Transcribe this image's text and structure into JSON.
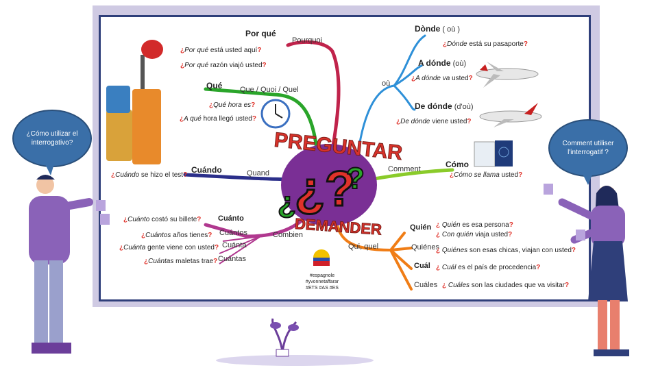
{
  "center": {
    "top": "PREGUNTAR",
    "bottom": "DEMANDER"
  },
  "branches": {
    "porque": {
      "es": "Por qué",
      "fr": "Pourquoi",
      "examples": [
        {
          "q1": "¿",
          "em": "Por qué",
          "rest": "  está usted aquí",
          "q2": "?"
        },
        {
          "q1": "¿",
          "em": "Por qué",
          "rest": "  razón viajó usted",
          "q2": "?"
        }
      ]
    },
    "que": {
      "es": "Qué",
      "fr": "Que / Quoi / Quel",
      "examples": [
        {
          "q1": "¿",
          "em": "Qué hora es",
          "rest": "",
          "q2": "?"
        },
        {
          "q1": "¿",
          "em": "A qué",
          "rest": " hora llegó usted",
          "q2": "?"
        }
      ]
    },
    "cuando": {
      "es": "Cuándo",
      "fr": "Quand",
      "examples": [
        {
          "q1": "¿",
          "em": "Cuándo",
          "rest": " se hizo el test",
          "q2": "?"
        }
      ]
    },
    "cuanto": {
      "fr": "Combien",
      "forms": [
        "Cuánto",
        "Cuántos",
        "Cuánta",
        "Cuántas"
      ],
      "examples": [
        {
          "q1": "¿",
          "em": "Cuánto",
          "rest": " costó su  billete",
          "q2": "?"
        },
        {
          "q1": "¿",
          "em": "Cuántos",
          "rest": " años tienes",
          "q2": "?"
        },
        {
          "q1": "¿",
          "em": "Cuánta",
          "rest": " gente viene con usted",
          "q2": "?"
        },
        {
          "q1": "¿",
          "em": "Cuántas",
          "rest": " maletas trae",
          "q2": "?"
        }
      ]
    },
    "donde": {
      "fr": "où",
      "forms": [
        {
          "es": "Dònde",
          "fr": " ( où )"
        },
        {
          "es": "A dónde",
          "fr": " (où)"
        },
        {
          "es": "De dónde",
          "fr": " (d'où)"
        }
      ],
      "examples": [
        {
          "q1": "¿",
          "em": "Dónde",
          "rest": "  está su pasaporte",
          "q2": "?"
        },
        {
          "q1": "¿",
          "em": "A dónde va",
          "rest": "   usted",
          "q2": "?"
        },
        {
          "q1": "¿",
          "em": "De dónde",
          "rest": " viene usted",
          "q2": "?"
        }
      ]
    },
    "como": {
      "es": "Cómo",
      "fr": "Comment",
      "examples": [
        {
          "q1": "¿",
          "em": "Cómo se llama",
          "rest": " usted",
          "q2": "?"
        }
      ]
    },
    "quien": {
      "fr": "Qui, quel",
      "forms": [
        "Quién",
        "Quiénes",
        "Cuál",
        "Cuáles"
      ],
      "examples": [
        {
          "q1": "¿",
          "em": " Quién",
          "rest": "  es esa persona",
          "q2": "?"
        },
        {
          "q1": "¿",
          "em": " Con quién",
          "rest": "  viaja usted",
          "q2": "?"
        },
        {
          "q1": "¿",
          "em": " Quiénes",
          "rest": " son esas chicas,  viajan con usted",
          "q2": "?"
        },
        {
          "q1": "¿",
          "em": " Cuál",
          "rest": "   es el  país de procedencia",
          "q2": "?"
        },
        {
          "q1": "¿",
          "em": " Cuáles",
          "rest": " son las ciudades que va visitar",
          "q2": "?"
        }
      ]
    }
  },
  "speech": {
    "left": "¿Cómo utilizar el interrogativo?",
    "right": "Comment utiliser l'interrogatif ?"
  },
  "credits": [
    "#espagnole",
    "#yvonnetaffarar",
    "#ETS #AS #ES"
  ],
  "colors": {
    "porque": "#c0234b",
    "que": "#2aa52a",
    "cuando": "#2b2f8a",
    "cuanto": "#b0388f",
    "donde": "#2e90d8",
    "como": "#8acb2a",
    "quien": "#f07d16",
    "question": "#e0322a",
    "title": "#d8322a",
    "frame": "#cfcae3",
    "border": "#2f3f7a"
  }
}
